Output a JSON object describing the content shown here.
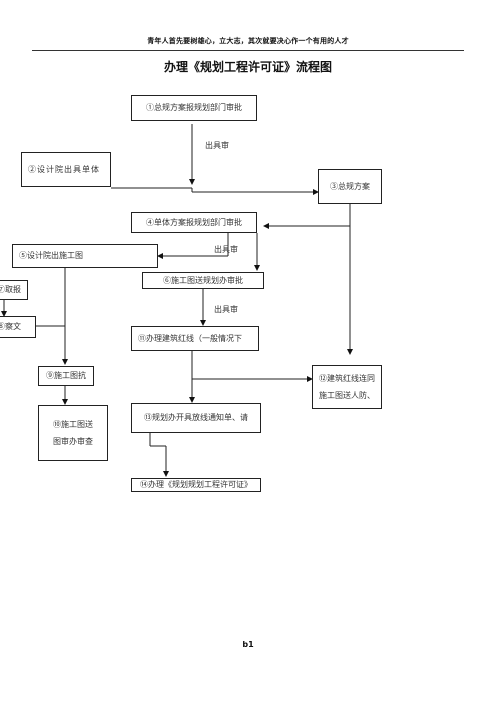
{
  "header": {
    "motto": "青年人首先要树雄心，立大志，其次就要决心作一个有用的人才",
    "title": "办理《规划工程许可证》流程图"
  },
  "flow": {
    "step1": "①总规方案报规划部门审批",
    "step2": "②设计院出具单体",
    "step3": "③总规方案",
    "step4": "④单体方案报规划部门审批",
    "step5": "⑤设计院出施工图",
    "step6": "⑥施工图送规划办审批",
    "step7": "⑦取报",
    "step8": "⑧察文",
    "step9": "⑨施工图抗",
    "step10_line1": "⑩施工图送",
    "step10_line2": "图审办审查",
    "step11": "⑪办理建筑红线（一般情况下",
    "step12_line1": "⑫建筑红线连同",
    "step12_line2": "施工图送人防、",
    "step13": "⑬规划办开具放线通知单、请",
    "step14": "⑭办理《规划规划工程许可证》",
    "label_issue1": "出具审",
    "label_issue2": "出具审",
    "label_issue3": "出具审"
  },
  "footer": {
    "page": "b1"
  }
}
